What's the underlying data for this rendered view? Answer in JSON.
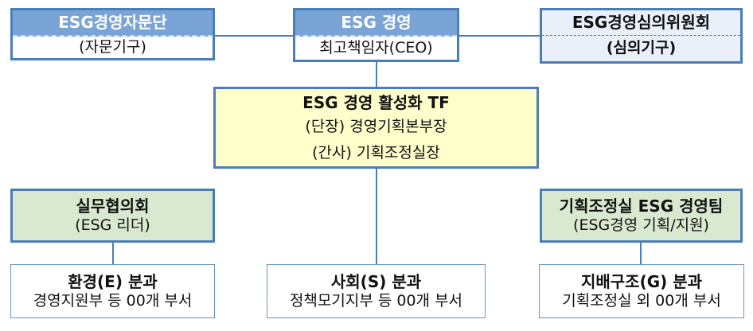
{
  "colors": {
    "header_fill": "#7AA3D6",
    "strong_border": "#4A7EBB",
    "thin_border": "#6B96C4",
    "light_blue_fill": "#E9F0FA",
    "yellow_fill": "#FFFFCC",
    "green_fill": "#D9E9CF",
    "connector": "#4A7EBB",
    "header_text": "#FFFFFF",
    "body_text": "#111111"
  },
  "boxes": {
    "advisory": {
      "header": "ESG경영자문단",
      "body": "(자문기구)"
    },
    "ceo": {
      "header": "ESG 경영",
      "body": "최고책임자(CEO)"
    },
    "committee": {
      "header": "ESG경영심의위원회",
      "body": "(심의기구)"
    },
    "tf": {
      "title": "ESG 경영 활성화 TF",
      "leader": "(단장) 경영기획본부장",
      "secretary": "(간사) 기획조정실장"
    },
    "working_council": {
      "title": "실무협의회",
      "subtitle": "(ESG 리더)"
    },
    "esg_team": {
      "title": "기획조정실 ESG 경영팀",
      "subtitle": "(ESG경영 기획/지원)"
    },
    "env": {
      "title": "환경(E) 분과",
      "subtitle": "경영지원부 등 00개 부서"
    },
    "social": {
      "title": "사회(S) 분과",
      "subtitle": "정책모기지부 등 00개 부서"
    },
    "governance": {
      "title": "지배구조(G) 분과",
      "subtitle": "기획조정실 외 00개 부서"
    }
  }
}
